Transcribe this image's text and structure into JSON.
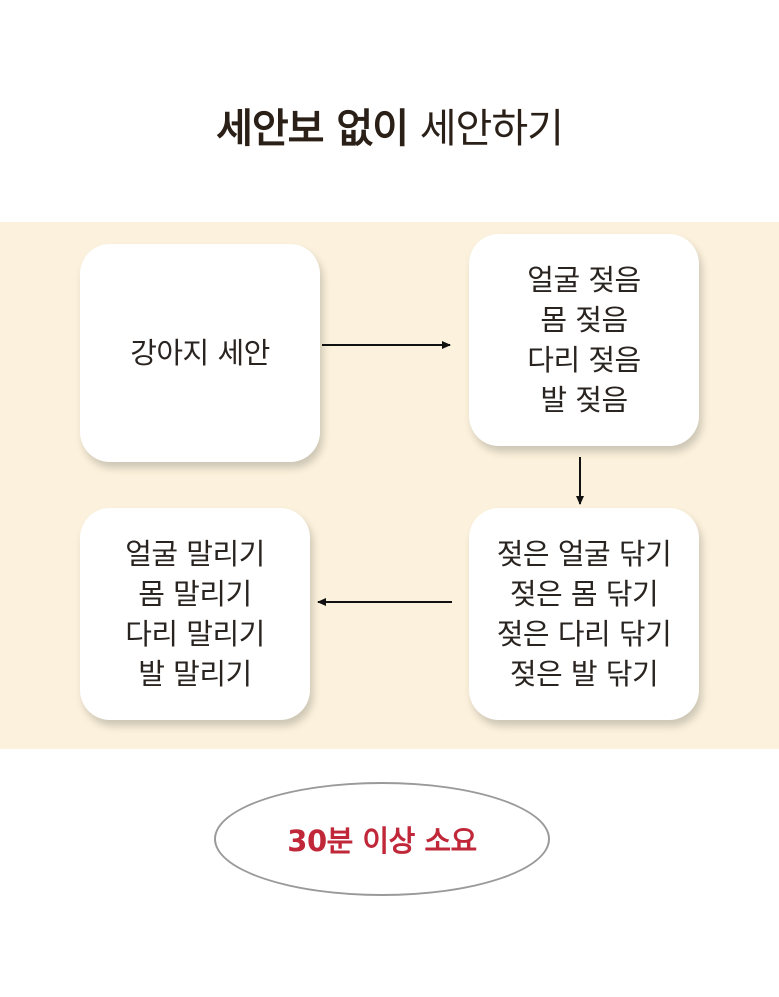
{
  "title": {
    "bold": "세안보 없이",
    "regular": "세안하기"
  },
  "colors": {
    "band": "#fbf1dc",
    "box": "#ffffff",
    "title_text": "#2b2018",
    "duration_text": "#c0283a",
    "ellipse_border": "#9a9a9a",
    "arrow": "#111111"
  },
  "steps": {
    "start": [
      "강아지 세안"
    ],
    "wet": [
      "얼굴 젖음",
      "몸 젖음",
      "다리 젖음",
      "발 젖음"
    ],
    "wipe": [
      "젖은 얼굴 닦기",
      "젖은 몸 닦기",
      "젖은 다리 닦기",
      "젖은 발 닦기"
    ],
    "dry": [
      "얼굴 말리기",
      "몸 말리기",
      "다리 말리기",
      "발 말리기"
    ]
  },
  "duration": "30분 이상 소요"
}
